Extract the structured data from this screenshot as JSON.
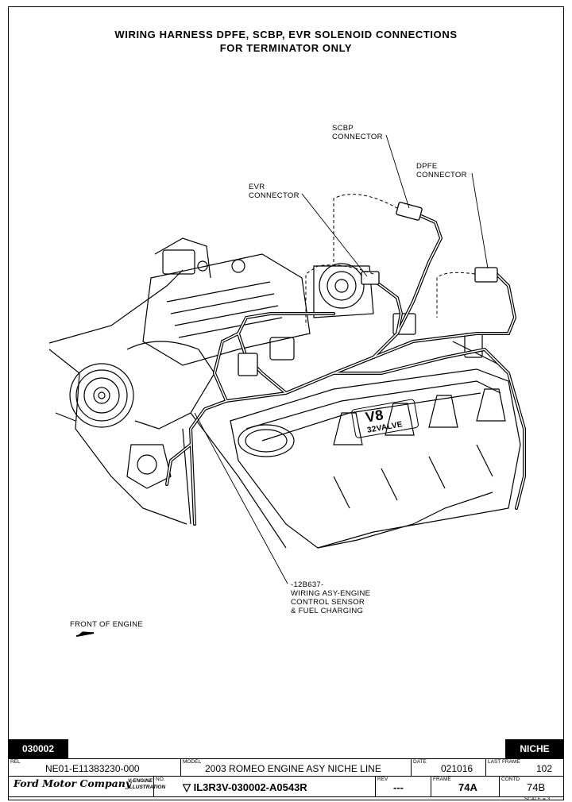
{
  "title": {
    "line1": "WIRING HARNESS DPFE, SCBP, EVR SOLENOID CONNECTIONS",
    "line2": "FOR TERMINATOR ONLY"
  },
  "callouts": {
    "scbp": "SCBP\nCONNECTOR",
    "dpfe": "DPFE\nCONNECTOR",
    "evr": "EVR\nCONNECTOR",
    "harness": "-12B637-\nWIRING ASY-ENGINE\nCONTROL SENSOR\n& FUEL CHARGING",
    "front": "FRONT OF ENGINE"
  },
  "engine_marking": {
    "line1": "V8",
    "line2": "32VALVE"
  },
  "title_block": {
    "section_tag": "030002",
    "niche_tag": "NICHE",
    "rel_caption": "REL",
    "rel_value": "NE01-E11383230-000",
    "model_caption": "MODEL",
    "model_value": "2003 ROMEO ENGINE ASY NICHE LINE",
    "date_caption": "DATE",
    "date_value": "021016",
    "last_frame_caption": "LAST FRAME",
    "last_frame_value": "102",
    "company": "Ford Motor Company",
    "illustration_label": "V-ENGINE\nILLUSTRATION",
    "no_caption": "NO.",
    "no_value": "▽ IL3R3V-030002-A0543R",
    "rev_caption": "REV",
    "rev_value": "---",
    "frame_caption": "FRAME",
    "frame_value": "74A",
    "contd_caption": "CONTD",
    "contd_value": "74B",
    "scale_text": "SCALE = 3"
  }
}
